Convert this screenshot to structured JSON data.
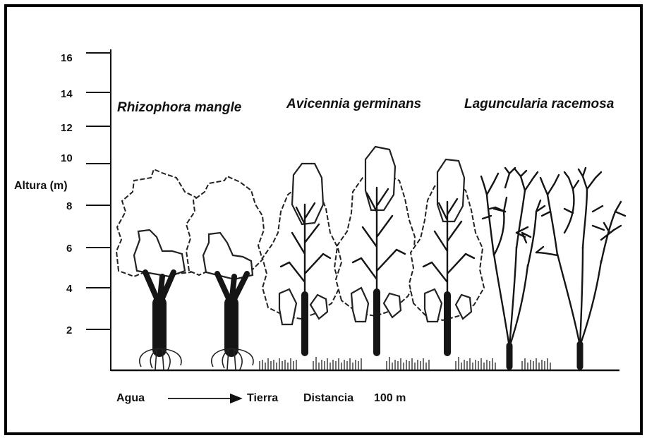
{
  "axis": {
    "label": "Altura (m)",
    "ticks": [
      "2",
      "4",
      "6",
      "8",
      "10",
      "12",
      "14",
      "16"
    ]
  },
  "species": {
    "rhizophora": "Rhizophora mangle",
    "avicennia": "Avicennia germinans",
    "laguncularia": "Laguncularia racemosa"
  },
  "footer": {
    "left": "Agua",
    "right": "Tierra",
    "distance_label": "Distancia",
    "distance_value": "100 m"
  }
}
